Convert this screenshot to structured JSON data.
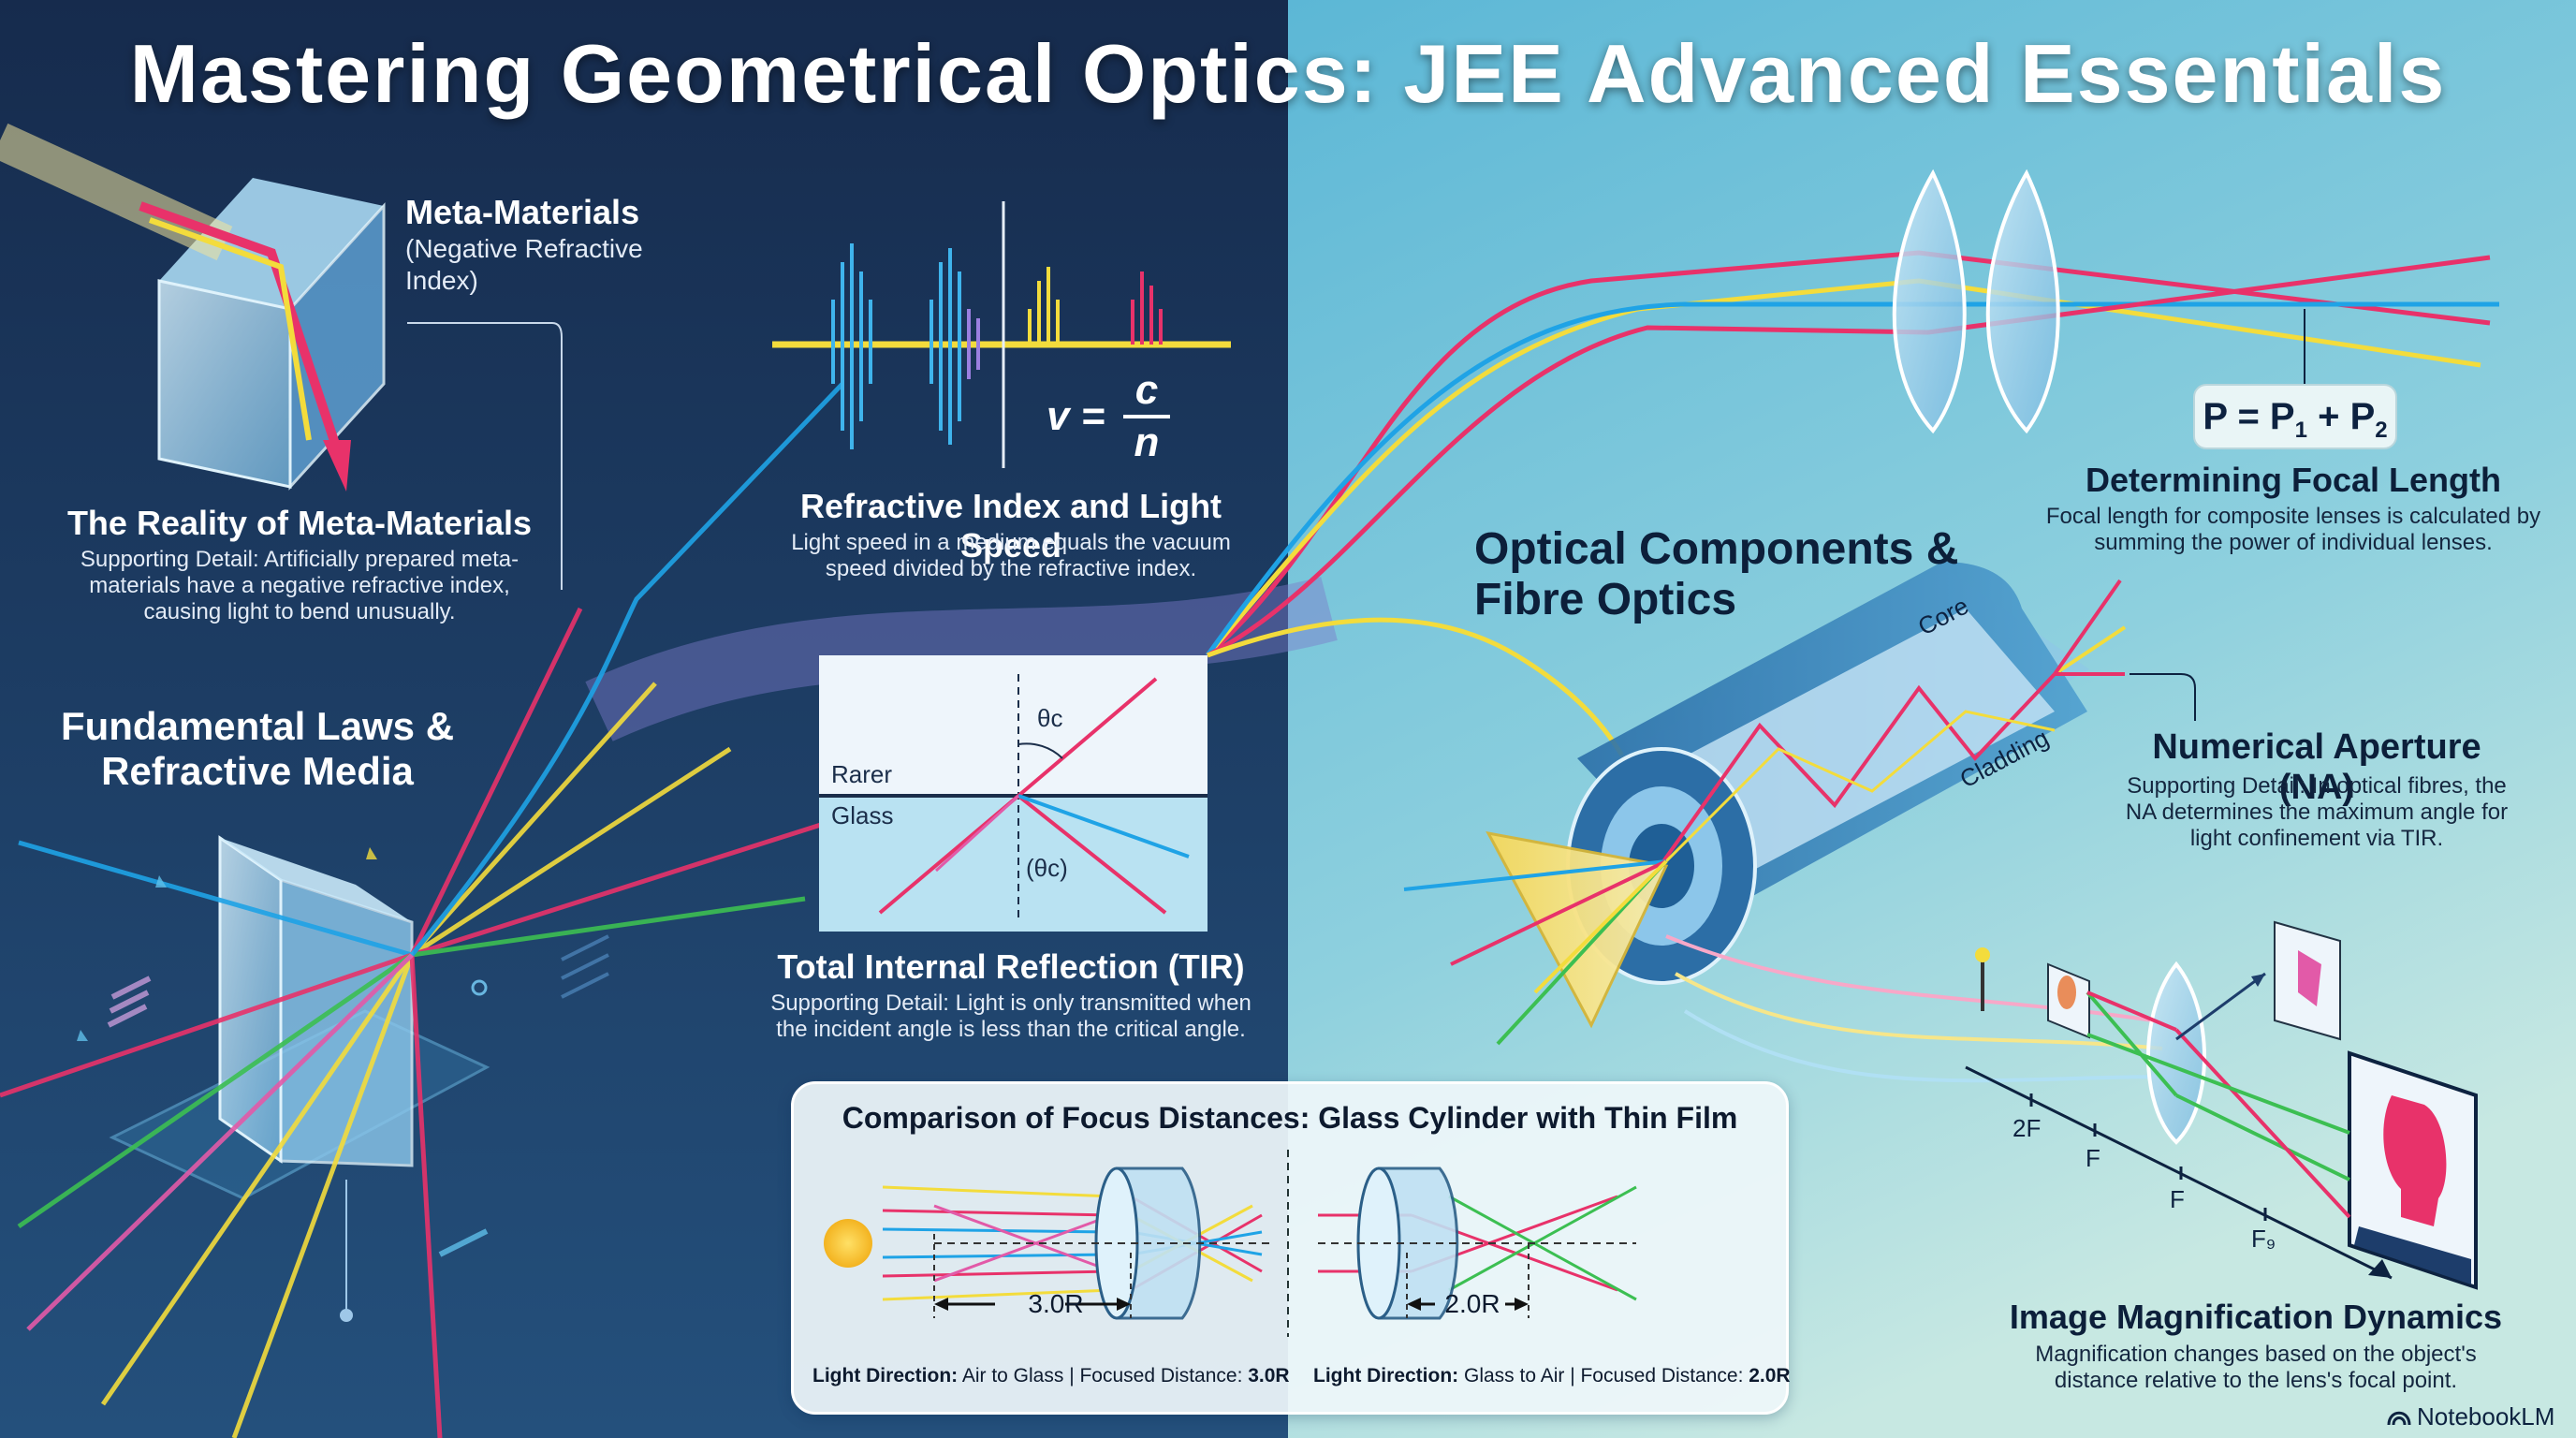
{
  "title": "Mastering Geometrical Optics: JEE Advanced Essentials",
  "meta_materials": {
    "label_title": "Meta-Materials",
    "label_sub": "(Negative Refractive Index)",
    "heading": "The Reality of Meta-Materials",
    "body": "Supporting Detail: Artificially prepared meta-materials have a negative refractive index, causing light to bend unusually."
  },
  "fundamental": {
    "heading": "Fundamental Laws & Refractive Media"
  },
  "refractive_index": {
    "formula_lhs": "v =",
    "formula_num": "c",
    "formula_den": "n",
    "heading": "Refractive Index and Light Speed",
    "body": "Light speed in a medium equals the vacuum speed divided by the refractive index."
  },
  "tir": {
    "angle_top": "θc",
    "rarer": "Rarer",
    "glass": "Glass",
    "angle_bottom": "(θc)",
    "heading": "Total Internal Reflection (TIR)",
    "body": "Supporting Detail: Light is only transmitted when the incident angle is less than the critical angle."
  },
  "focal": {
    "formula_text": "P = P",
    "sub1": "1",
    "plus": " + P",
    "sub2": "2",
    "heading": "Determining Focal Length",
    "body": "Focal length for composite lenses is calculated by summing the power of individual lenses."
  },
  "optical_components": {
    "heading": "Optical Components & Fibre Optics",
    "core": "Core",
    "cladding": "Cladding"
  },
  "na": {
    "heading": "Numerical Aperture (NA)",
    "body": "Supporting Detail: In optical fibres, the NA determines the maximum angle for light confinement via TIR."
  },
  "magnification": {
    "axis_labels": [
      "2F",
      "F",
      "F",
      "F₉"
    ],
    "heading": "Image Magnification Dynamics",
    "body": "Magnification changes based on the object's distance relative to the lens's focal point."
  },
  "comparison": {
    "title": "Comparison of Focus Distances: Glass Cylinder with Thin Film",
    "left_distance": "3.0R",
    "right_distance": "2.0R",
    "left_caption_bold": "Light Direction:",
    "left_caption": " Air to Glass | Focused Distance: ",
    "left_caption_value": "3.0R",
    "right_caption_bold": "Light Direction:",
    "right_caption": " Glass to Air | Focused Distance: ",
    "right_caption_value": "2.0R"
  },
  "branding": "NotebookLM",
  "colors": {
    "dark_bg": "#1a3458",
    "light_bg": "#6cc0d8",
    "ray_red": "#e8326a",
    "ray_yellow": "#f3dc3c",
    "ray_blue": "#1fa3e6",
    "ray_green": "#3cbf52",
    "ray_pink": "#e25aa8"
  }
}
